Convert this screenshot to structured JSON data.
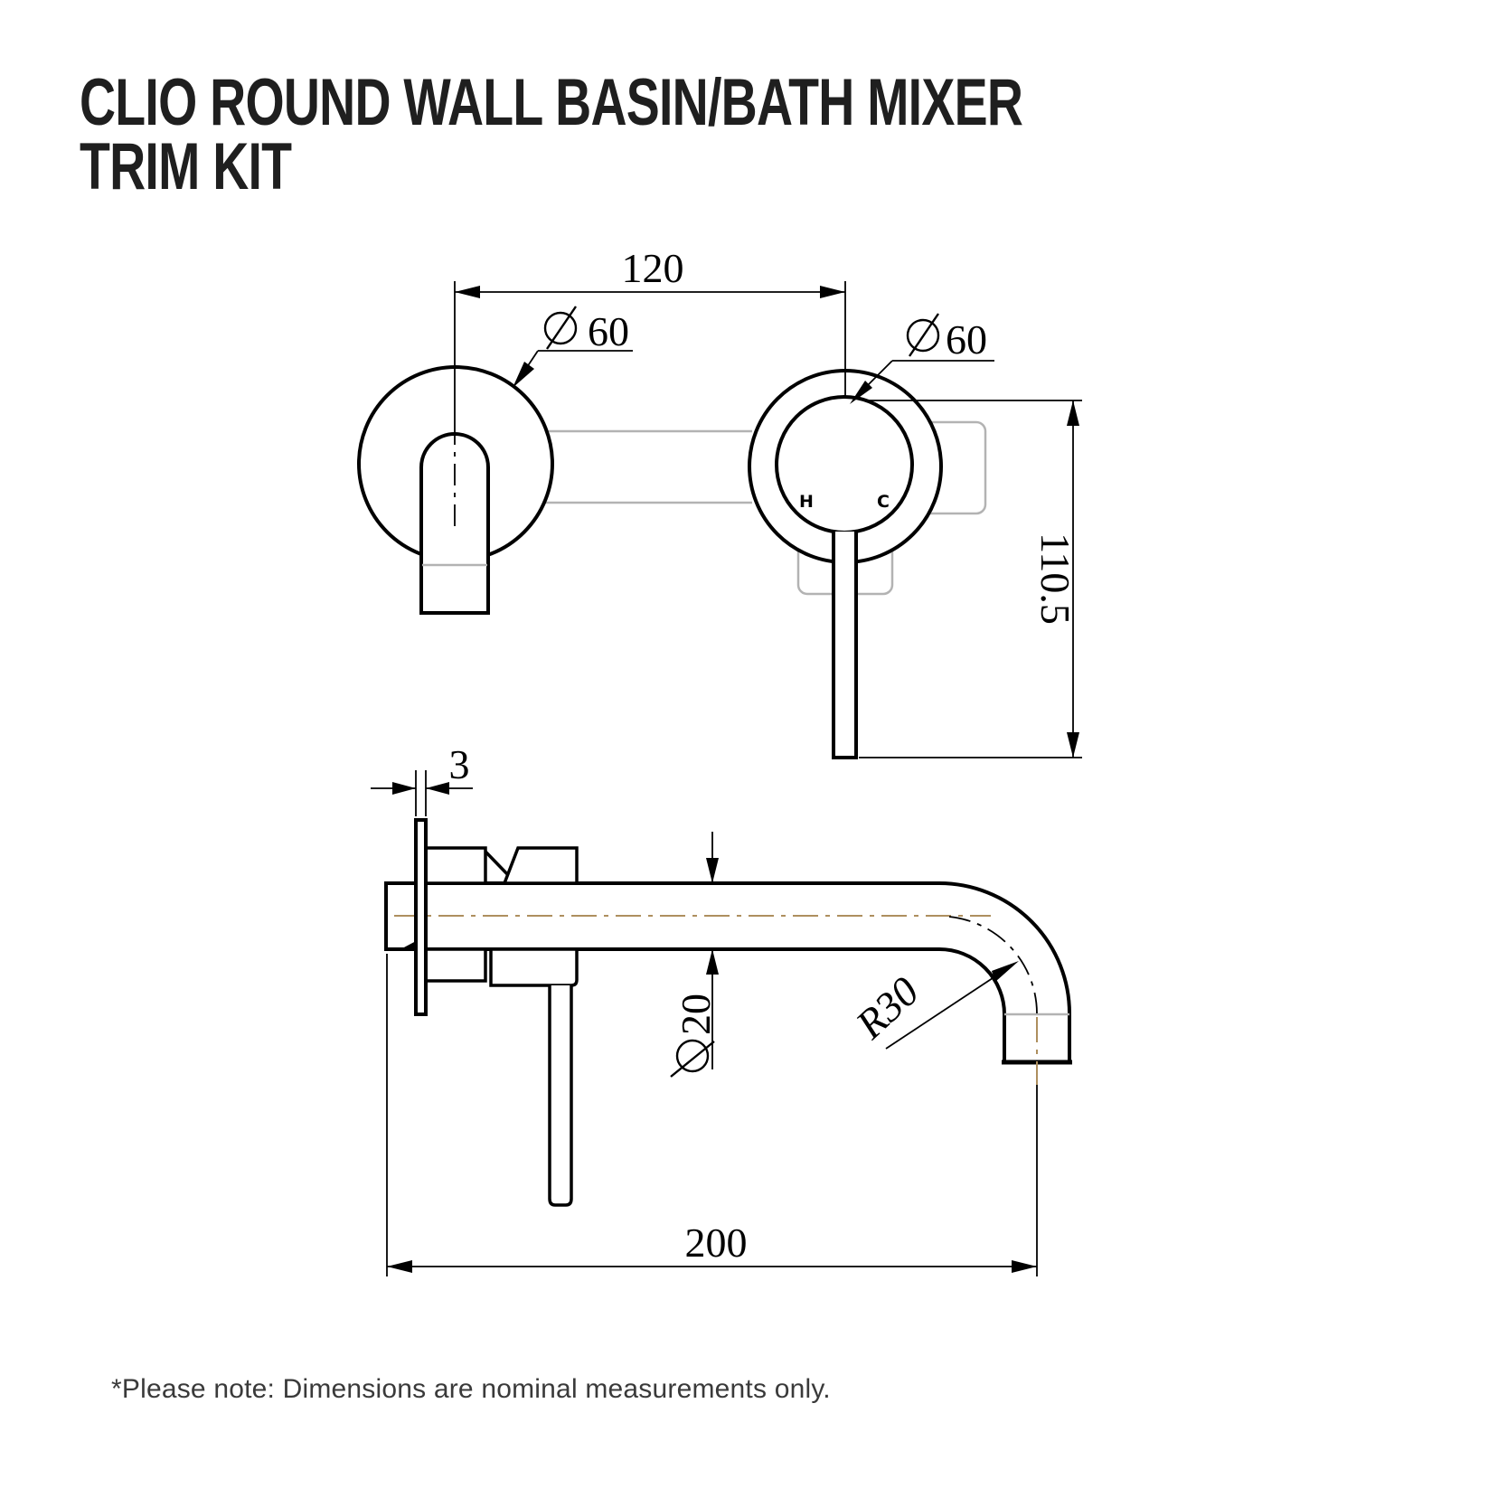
{
  "title": {
    "line1": "CLIO ROUND WALL BASIN/BATH MIXER",
    "line2": "TRIM KIT"
  },
  "note": "*Please note: Dimensions are nominal measurements only.",
  "front_view": {
    "hot_label": "H",
    "cold_label": "C",
    "dim_center_spacing": "120",
    "dim_left_escutcheon_diameter": "60",
    "dim_right_escutcheon_diameter": "60",
    "dim_handle_height": "110.5",
    "diameter_symbol": "Ø"
  },
  "side_view": {
    "dim_plate_thickness": "3",
    "dim_spout_diameter": "20",
    "dim_bend_radius": "R30",
    "dim_reach": "200",
    "diameter_symbol": "Ø"
  },
  "colors": {
    "line": "#000000",
    "hidden": "#b3b3b3",
    "centerline": "#ae8f5e",
    "text": "#1f1f1f",
    "note_text": "#3a3a3a",
    "background": "#ffffff"
  }
}
